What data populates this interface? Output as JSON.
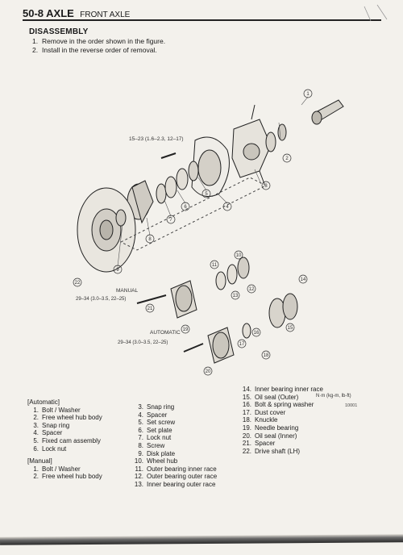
{
  "header": {
    "section": "50-8 AXLE",
    "title": "FRONT AXLE"
  },
  "heading": "DISASSEMBLY",
  "instructions": [
    {
      "num": "1.",
      "text": "Remove in the order shown in the figure."
    },
    {
      "num": "2.",
      "text": "Install in the reverse order of removal."
    }
  ],
  "figure": {
    "torque_upper": "15–23 (1.6–2.3, 12–17)",
    "manual_label": "MANUAL",
    "torque_manual": "29–34 (3.0–3.5, 22–25)",
    "automatic_label": "AUTOMATIC",
    "torque_automatic": "29–34 (3.0–3.5, 22–25)",
    "callouts": [
      "1",
      "2",
      "3",
      "4",
      "5",
      "6",
      "7",
      "8",
      "9",
      "10",
      "11",
      "12",
      "13",
      "14",
      "15",
      "16",
      "17",
      "18",
      "19",
      "20",
      "21",
      "22"
    ]
  },
  "unit_note": "N·m (kg-m, lb-ft)",
  "figure_id": "10001",
  "legend": {
    "automatic_header": "[Automatic]",
    "automatic_items": [
      {
        "n": "1.",
        "t": "Bolt / Washer"
      },
      {
        "n": "2.",
        "t": "Free wheel hub body"
      },
      {
        "n": "3.",
        "t": "Snap ring"
      },
      {
        "n": "4.",
        "t": "Spacer"
      },
      {
        "n": "5.",
        "t": "Fixed cam assembly"
      },
      {
        "n": "6.",
        "t": "Lock nut"
      }
    ],
    "manual_header": "[Manual]",
    "manual_items": [
      {
        "n": "1.",
        "t": "Bolt / Washer"
      },
      {
        "n": "2.",
        "t": "Free wheel hub body"
      }
    ],
    "col2_items": [
      {
        "n": "3.",
        "t": "Snap ring"
      },
      {
        "n": "4.",
        "t": "Spacer"
      },
      {
        "n": "5.",
        "t": "Set screw"
      },
      {
        "n": "6.",
        "t": "Set plate"
      },
      {
        "n": "7.",
        "t": "Lock nut"
      },
      {
        "n": "8.",
        "t": "Screw"
      },
      {
        "n": "9.",
        "t": "Disk plate"
      },
      {
        "n": "10.",
        "t": "Wheel hub"
      },
      {
        "n": "11.",
        "t": "Outer bearing inner race"
      },
      {
        "n": "12.",
        "t": "Outer bearing outer race"
      },
      {
        "n": "13.",
        "t": "Inner bearing outer race"
      }
    ],
    "col3_items": [
      {
        "n": "14.",
        "t": "Inner bearing inner race"
      },
      {
        "n": "15.",
        "t": "Oil seal (Outer)"
      },
      {
        "n": "16.",
        "t": "Bolt & spring washer"
      },
      {
        "n": "17.",
        "t": "Dust cover"
      },
      {
        "n": "18.",
        "t": "Knuckle"
      },
      {
        "n": "19.",
        "t": "Needle bearing"
      },
      {
        "n": "20.",
        "t": "Oil seal (Inner)"
      },
      {
        "n": "21.",
        "t": "Spacer"
      },
      {
        "n": "22.",
        "t": "Drive shaft (LH)"
      }
    ]
  }
}
